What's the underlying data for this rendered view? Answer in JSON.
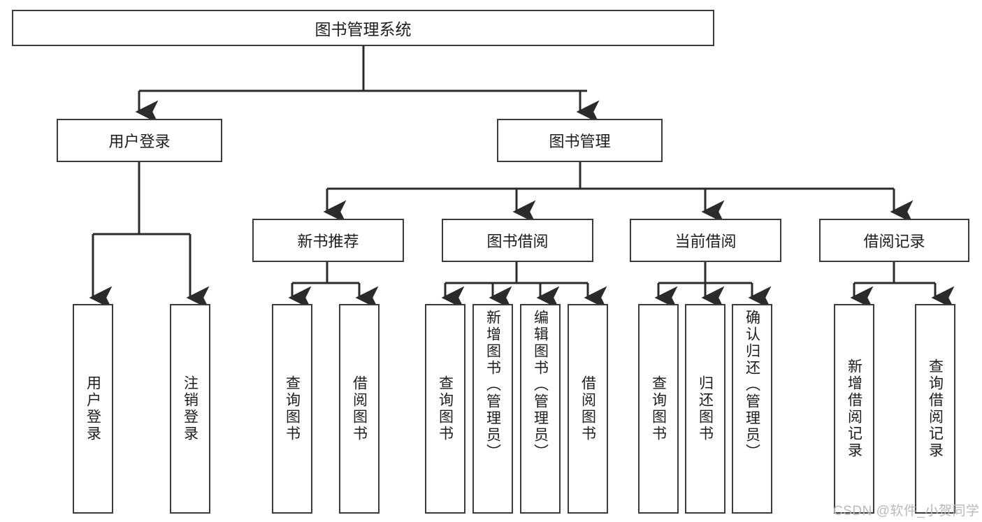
{
  "diagram": {
    "title": "图书管理系统",
    "type": "tree-hierarchy-diagram",
    "watermark": "CSDN @软件_小贺同学",
    "colors": {
      "box_border": "#3b3b3b",
      "box_fill": "#ffffff",
      "connector": "#2b2b2b",
      "text": "#1d1d1d",
      "watermark": "#b9b9b9",
      "background": "#ffffff"
    },
    "nodes": {
      "root": {
        "label": "图书管理系统"
      },
      "level1": [
        {
          "id": "user-login",
          "label": "用户登录"
        },
        {
          "id": "book-management",
          "label": "图书管理"
        }
      ],
      "level2": [
        {
          "id": "new-book-recommend",
          "label": "新书推荐"
        },
        {
          "id": "book-borrow",
          "label": "图书借阅"
        },
        {
          "id": "current-borrow",
          "label": "当前借阅"
        },
        {
          "id": "borrow-record",
          "label": "借阅记录"
        }
      ],
      "leaves": {
        "user-login": [
          {
            "id": "leaf-user-login",
            "label": "用户登录"
          },
          {
            "id": "leaf-user-logout",
            "label": "注销登录"
          }
        ],
        "new-book-recommend": [
          {
            "id": "leaf-query-book-1",
            "label": "查询图书"
          },
          {
            "id": "leaf-borrow-book-1",
            "label": "借阅图书"
          }
        ],
        "book-borrow": [
          {
            "id": "leaf-query-book-2",
            "label": "查询图书"
          },
          {
            "id": "leaf-add-book",
            "label": "新增图书（管理员）"
          },
          {
            "id": "leaf-edit-book",
            "label": "编辑图书（管理员）"
          },
          {
            "id": "leaf-borrow-book-2",
            "label": "借阅图书"
          }
        ],
        "current-borrow": [
          {
            "id": "leaf-query-book-3",
            "label": "查询图书"
          },
          {
            "id": "leaf-return-book",
            "label": "归还图书"
          },
          {
            "id": "leaf-confirm-return",
            "label": "确认归还（管理员）"
          }
        ],
        "borrow-record": [
          {
            "id": "leaf-add-record",
            "label": "新增借阅记录"
          },
          {
            "id": "leaf-query-record",
            "label": "查询借阅记录"
          }
        ]
      }
    }
  }
}
